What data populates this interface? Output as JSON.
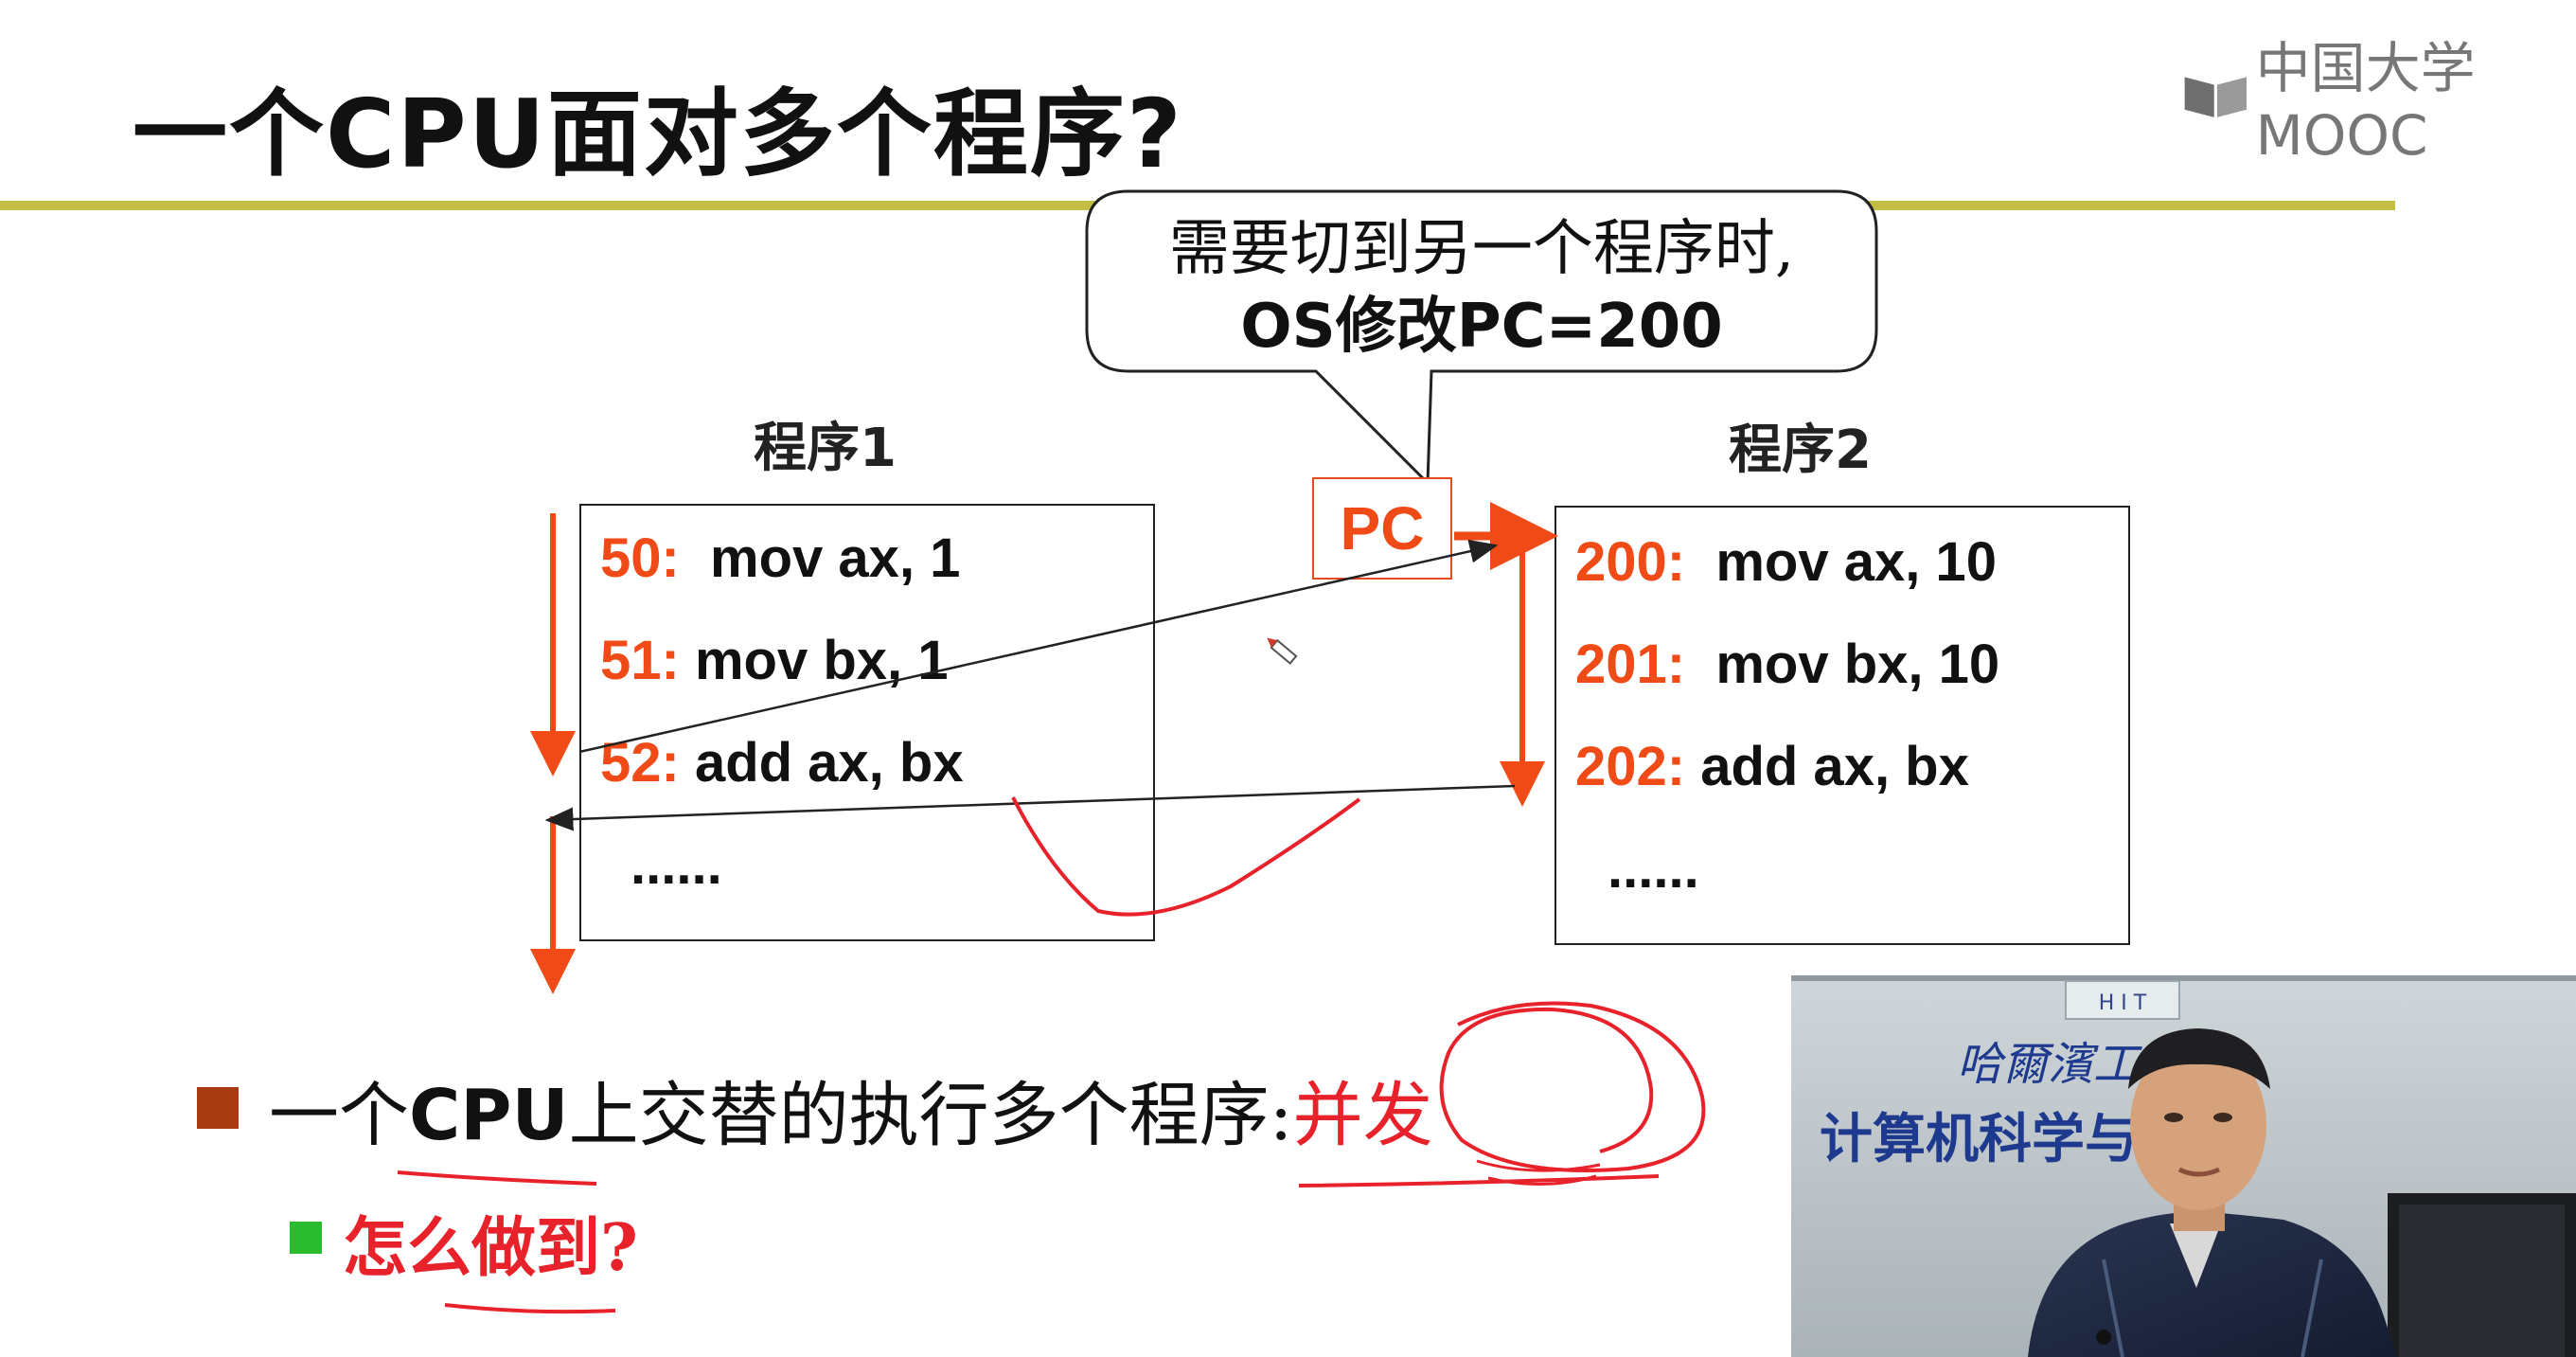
{
  "slide": {
    "title": "一个CPU面对多个程序?",
    "logo_text": "中国大学MOOC",
    "bubble": {
      "line1": "需要切到另一个程序时,",
      "line2": "OS修改PC=200"
    },
    "program1": {
      "label": "程序1",
      "lines": [
        {
          "addr": "50:",
          "instr": "  mov ax, 1"
        },
        {
          "addr": "51:",
          "instr": " mov bx, 1"
        },
        {
          "addr": "52:",
          "instr": " add ax, bx"
        },
        {
          "addr": "",
          "instr": "......"
        }
      ]
    },
    "program2": {
      "label": "程序2",
      "lines": [
        {
          "addr": "200:",
          "instr": "  mov ax, 10"
        },
        {
          "addr": "201:",
          "instr": "  mov bx, 10"
        },
        {
          "addr": "202:",
          "instr": " add ax, bx"
        },
        {
          "addr": "",
          "instr": "......"
        }
      ]
    },
    "pc_label": "PC",
    "bullet1": {
      "prefix": "一个",
      "bold": "CPU",
      "rest": "上交替的执行多个程序:",
      "highlight": "并发"
    },
    "bullet2": "怎么做到?"
  },
  "camera": {
    "sign_line1": "哈爾濱工業大",
    "sign_line2": "计算机科学与技  院",
    "emblem_text": "H I T"
  },
  "colors": {
    "accent_orange": "#f04a16",
    "rule": "#c4bf44",
    "annotation_red": "#e8222a",
    "bullet_brown": "#a83a12",
    "bullet_green": "#2bbb2e"
  }
}
